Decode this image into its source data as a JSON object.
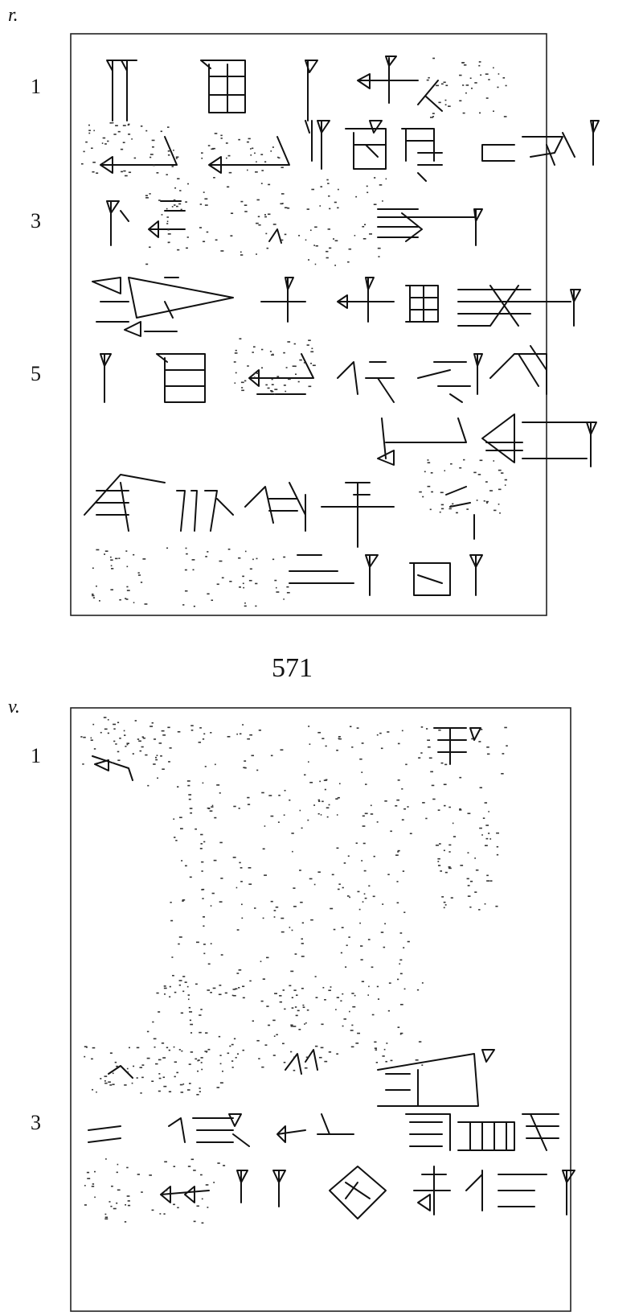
{
  "obverse": {
    "side_label": "r.",
    "line_numbers": [
      "1",
      "3",
      "5"
    ]
  },
  "tablet_number": "571",
  "reverse": {
    "side_label": "v.",
    "line_numbers": [
      "1",
      "3"
    ]
  }
}
